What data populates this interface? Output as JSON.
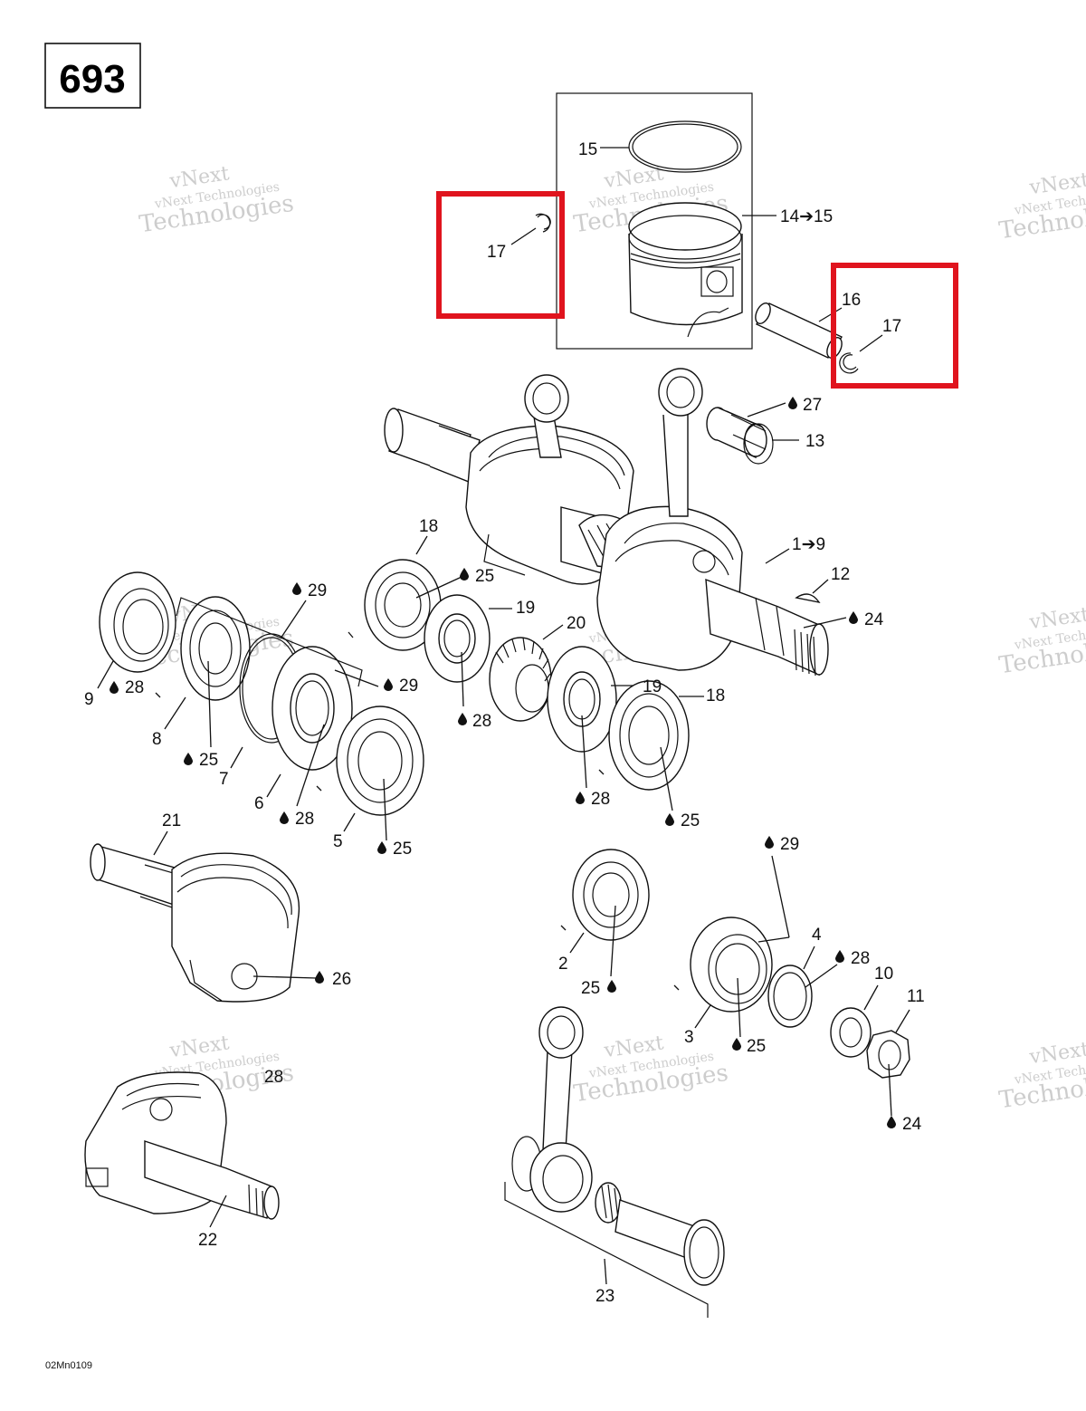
{
  "page_number": "693",
  "figure_code": "02Mn0109",
  "watermark": {
    "brand": "vNext",
    "text": "vNext Technologies",
    "sub": "Technologies"
  },
  "colors": {
    "highlight": "#e0141e",
    "line": "#111111",
    "watermark": "#c8c8c8"
  },
  "callouts": {
    "c15": "15",
    "c14_15": "14➔15",
    "c17a": "17",
    "c16": "16",
    "c17b": "17",
    "c27": "27",
    "c13": "13",
    "c18a": "18",
    "c1_9": "1➔9",
    "c12": "12",
    "c24a": "24",
    "c29a": "29",
    "c25a": "25",
    "c19a": "19",
    "c20": "20",
    "c9": "9",
    "c28a": "28",
    "c8": "8",
    "c25b": "25",
    "c7": "7",
    "c29b": "29",
    "c28b": "28",
    "c6": "6",
    "c28c": "28",
    "c5": "5",
    "c25c": "25",
    "c19b": "19",
    "c18b": "18",
    "c28d": "28",
    "c25d": "25",
    "c21": "21",
    "c26": "26",
    "c29c": "29",
    "c2": "2",
    "c25e": "25",
    "c4": "4",
    "c28e": "28",
    "c10": "10",
    "c11": "11",
    "c3": "3",
    "c25f": "25",
    "c24b": "24",
    "c28f": "28",
    "c22": "22",
    "c23": "23"
  }
}
